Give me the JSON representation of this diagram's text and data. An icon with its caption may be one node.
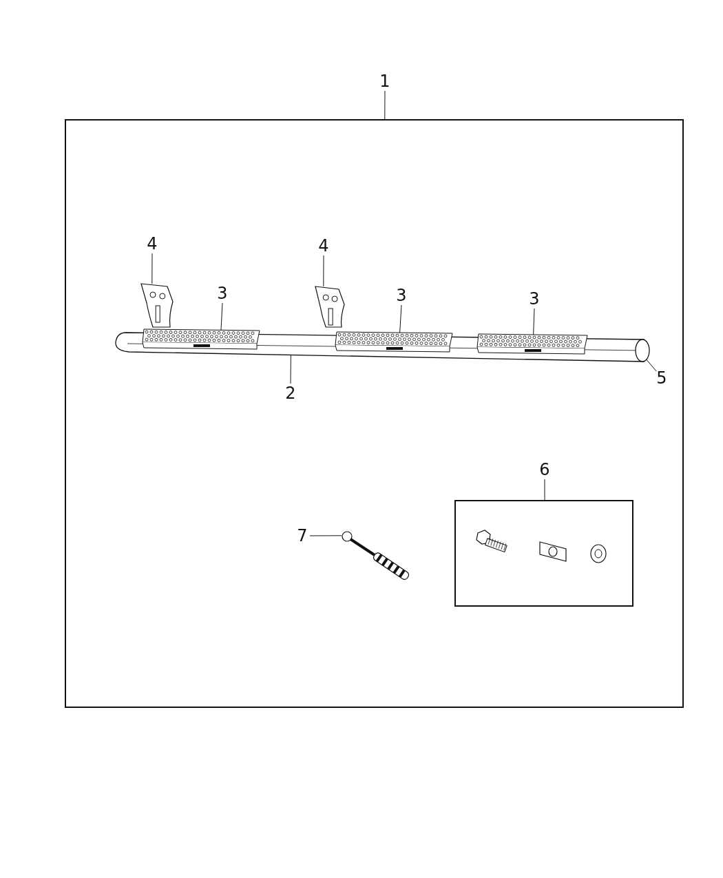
{
  "diagram": {
    "nodes": [
      {
        "text": [
          "1"
        ]
      },
      {
        "text": [],
        "shape": "box"
      },
      {
        "text": [
          "4"
        ],
        "in": 1
      },
      {
        "text": [],
        "shape": "picture",
        "in": 1
      },
      {
        "text": [
          "4"
        ],
        "in": 1
      },
      {
        "text": [],
        "shape": "picture",
        "in": 1
      },
      {
        "text": [
          "3"
        ],
        "in": 1
      },
      {
        "text": [],
        "shape": "picture",
        "in": 13
      },
      {
        "text": [
          "3"
        ],
        "in": 1
      },
      {
        "text": [],
        "shape": "picture",
        "in": 13
      },
      {
        "text": [
          "3"
        ],
        "in": 1
      },
      {
        "text": [],
        "shape": "picture",
        "in": 13
      },
      {
        "text": [
          "2"
        ],
        "in": 1
      },
      {
        "text": [],
        "shape": "picture",
        "in": 1
      },
      {
        "text": [
          "5"
        ],
        "in": 1
      },
      {
        "text": [],
        "shape": "circle",
        "in": 13
      },
      {
        "text": [
          "6"
        ],
        "in": 1
      },
      {
        "text": [],
        "shape": "box",
        "in": 1
      },
      {
        "text": [
          "7"
        ],
        "in": 1
      },
      {
        "text": [],
        "shape": "picture",
        "in": 1
      }
    ],
    "edges": [
      {
        "from": 0,
        "to": 1,
        "arrow": "none"
      },
      {
        "from": 2,
        "to": 3,
        "arrow": "none"
      },
      {
        "from": 4,
        "to": 5,
        "arrow": "none"
      },
      {
        "from": 6,
        "to": 7,
        "arrow": "none"
      },
      {
        "from": 8,
        "to": 9,
        "arrow": "none"
      },
      {
        "from": 10,
        "to": 11,
        "arrow": "none"
      },
      {
        "from": 12,
        "to": 13,
        "arrow": "none"
      },
      {
        "from": 14,
        "to": 15,
        "arrow": "none"
      },
      {
        "from": 16,
        "to": 17,
        "arrow": "none"
      },
      {
        "from": 18,
        "to": 19,
        "arrow": "none"
      }
    ]
  }
}
